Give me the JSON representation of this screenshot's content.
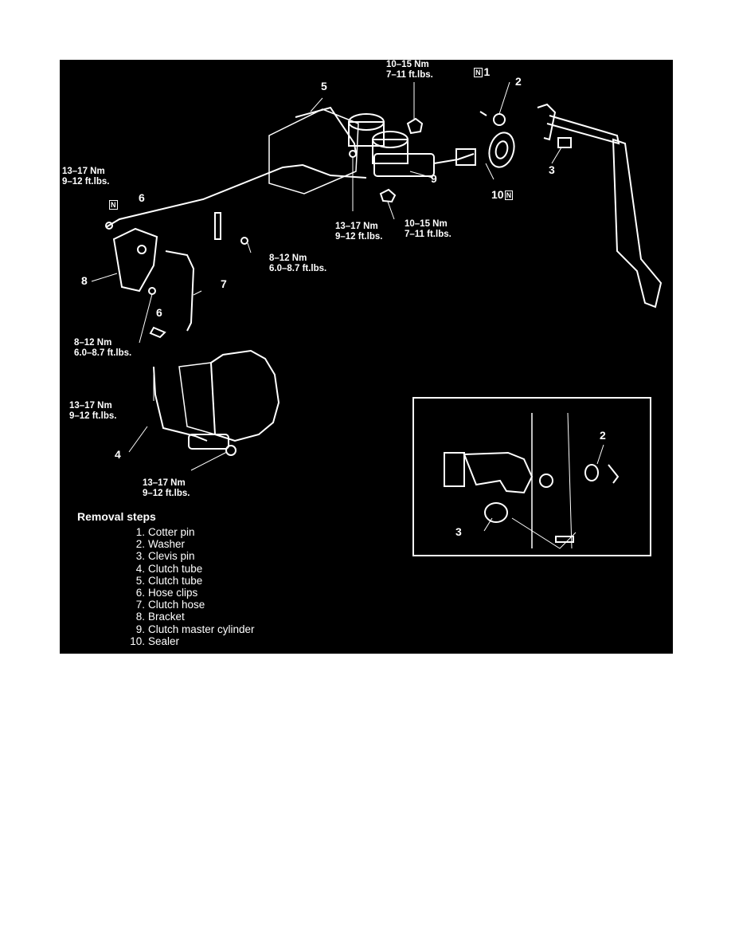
{
  "callouts": {
    "c1": "1",
    "c2": "2",
    "c3": "3",
    "c4": "4",
    "c5": "5",
    "c6_tube": "6",
    "c6_clip": "6",
    "c7": "7",
    "c8": "8",
    "c9": "9",
    "c10": "10",
    "detail_c2": "2",
    "detail_c3": "3"
  },
  "n_marker": "N",
  "torques": {
    "master_top": [
      "10–15 Nm",
      "7–11 ft.lbs."
    ],
    "master_bottom": [
      "10–15 Nm",
      "7–11 ft.lbs."
    ],
    "tube_joint": [
      "13–17 Nm",
      "9–12 ft.lbs."
    ],
    "tube_end_left": [
      "13–17 Nm",
      "9–12 ft.lbs."
    ],
    "bolt_upper": [
      "8–12 Nm",
      "6.0–8.7 ft.lbs."
    ],
    "bolt_lower": [
      "8–12 Nm",
      "6.0–8.7 ft.lbs."
    ],
    "tube4_end": [
      "13–17 Nm",
      "9–12 ft.lbs."
    ],
    "slave": [
      "13–17 Nm",
      "9–12 ft.lbs."
    ]
  },
  "removal": {
    "title": "Removal steps",
    "steps": [
      {
        "n": "1.",
        "text": "Cotter pin"
      },
      {
        "n": "2.",
        "text": "Washer"
      },
      {
        "n": "3.",
        "text": "Clevis pin"
      },
      {
        "n": "4.",
        "text": "Clutch tube"
      },
      {
        "n": "5.",
        "text": "Clutch tube"
      },
      {
        "n": "6.",
        "text": "Hose clips"
      },
      {
        "n": "7.",
        "text": "Clutch hose"
      },
      {
        "n": "8.",
        "text": "Bracket"
      },
      {
        "n": "9.",
        "text": "Clutch master cylinder"
      },
      {
        "n": "10.",
        "text": "Sealer"
      }
    ]
  },
  "colors": {
    "background": "#000000",
    "line": "#ffffff",
    "page": "#ffffff"
  }
}
